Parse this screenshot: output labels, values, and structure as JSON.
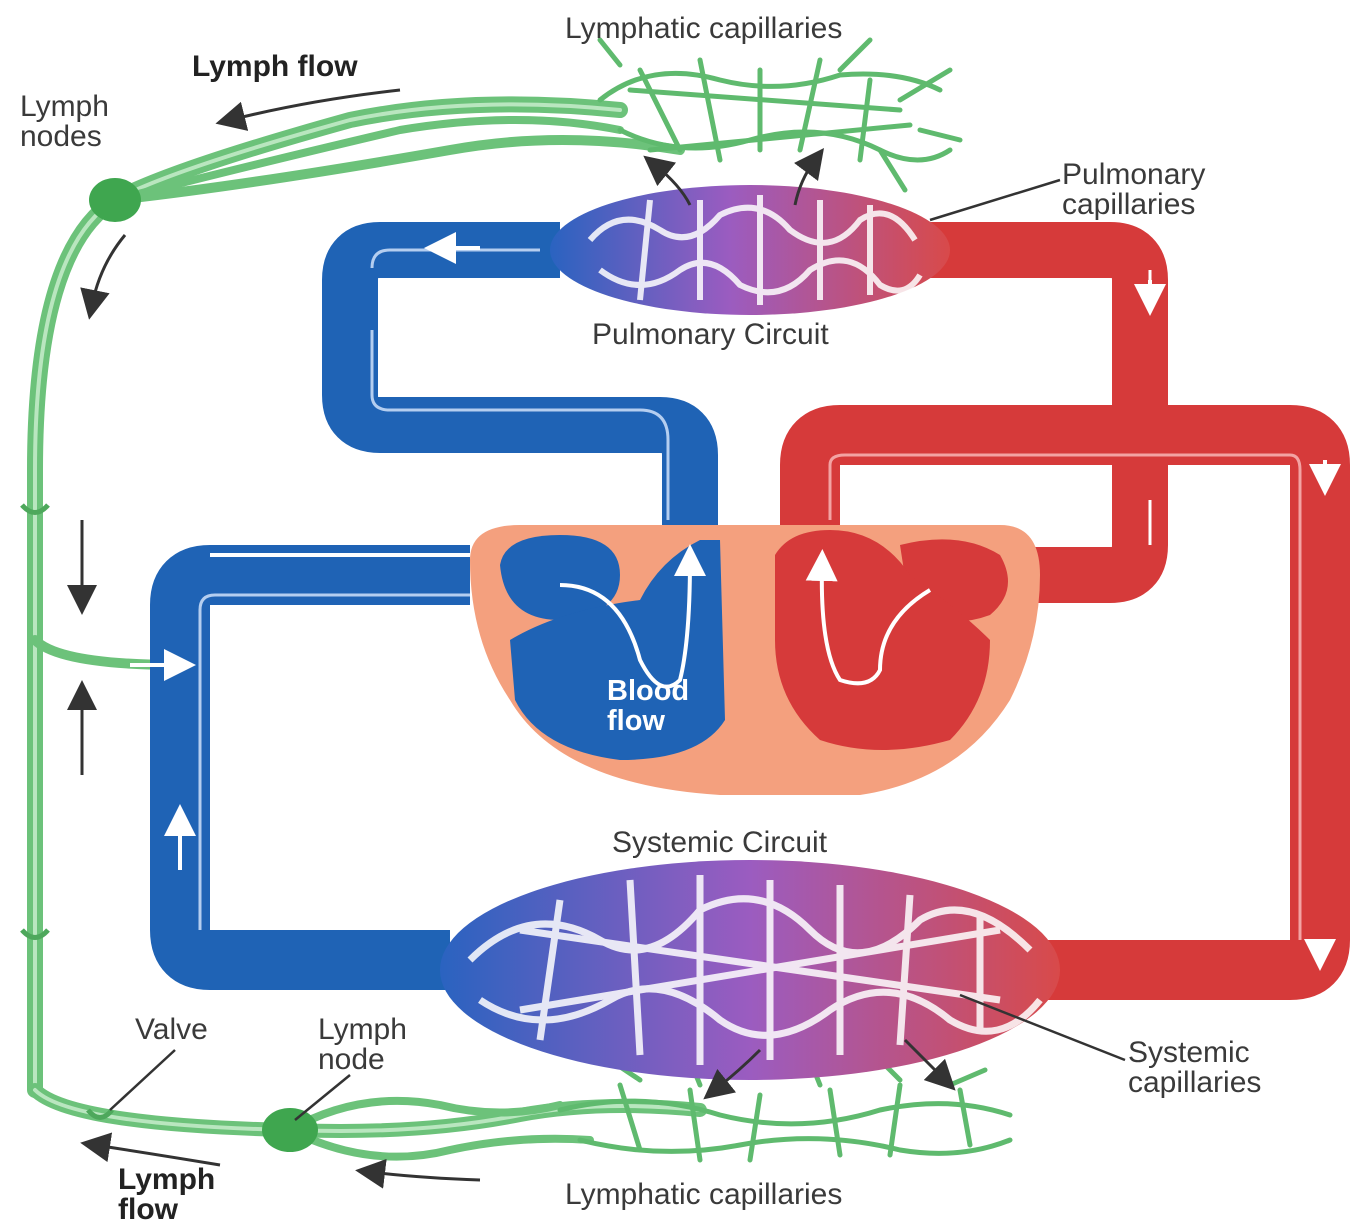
{
  "labels": {
    "lymphatic_capillaries_top": "Lymphatic capillaries",
    "lymph_flow_top": "Lymph flow",
    "lymph_nodes_top_line1": "Lymph",
    "lymph_nodes_top_line2": "nodes",
    "pulmonary_capillaries_line1": "Pulmonary",
    "pulmonary_capillaries_line2": "capillaries",
    "pulmonary_circuit": "Pulmonary Circuit",
    "blood_flow_line1": "Blood",
    "blood_flow_line2": "flow",
    "systemic_circuit": "Systemic Circuit",
    "valve": "Valve",
    "lymph_node_bottom_line1": "Lymph",
    "lymph_node_bottom_line2": "node",
    "systemic_capillaries_line1": "Systemic",
    "systemic_capillaries_line2": "capillaries",
    "lymph_flow_bottom_line1": "Lymph",
    "lymph_flow_bottom_line2": "flow",
    "lymphatic_capillaries_bottom": "Lymphatic capillaries"
  },
  "colors": {
    "deoxygenated_blood": "#1f63b5",
    "oxygenated_blood": "#d63a3a",
    "capillary_mix": "#9b5cc0",
    "lymph": "#6cc27a",
    "heart_tissue": "#f4a07e"
  }
}
